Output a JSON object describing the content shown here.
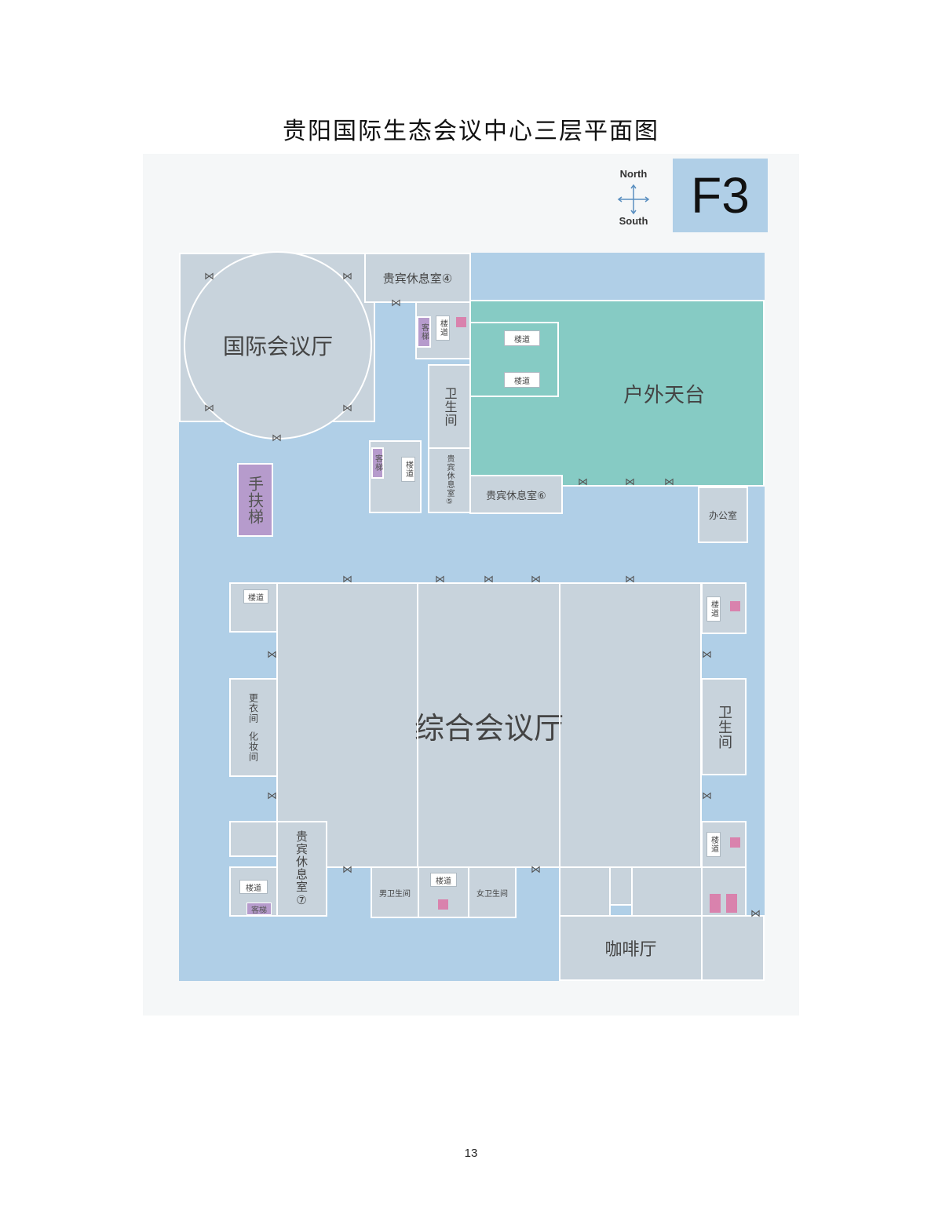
{
  "title": "贵阳国际生态会议中心三层平面图",
  "page_number": "13",
  "floor_badge": "F3",
  "compass": {
    "north": "North",
    "south": "South"
  },
  "rooms": {
    "international_hall": "国际会议厅",
    "vip4": "贵宾休息室④",
    "vip5": "贵宾休息室⑤",
    "vip6": "贵宾休息室⑥",
    "vip7": "贵宾休息室⑦",
    "outdoor_terrace": "户外天台",
    "office": "办公室",
    "main_hall": "综合会议厅",
    "restroom_top": "卫生间",
    "restroom_right": "卫生间",
    "escalator": "手扶梯",
    "changing_room": "更衣间",
    "makeup_room": "化妆间",
    "men_restroom": "男卫生间",
    "women_restroom": "女卫生间",
    "cafe": "咖啡厅",
    "stairs": "楼道",
    "elevator": "客梯"
  },
  "colors": {
    "corridor": "#b0cfe7",
    "room": "#c8d3dc",
    "terrace": "#86cbc4",
    "elevator": "#b69bcc",
    "marker": "#d982ad"
  }
}
